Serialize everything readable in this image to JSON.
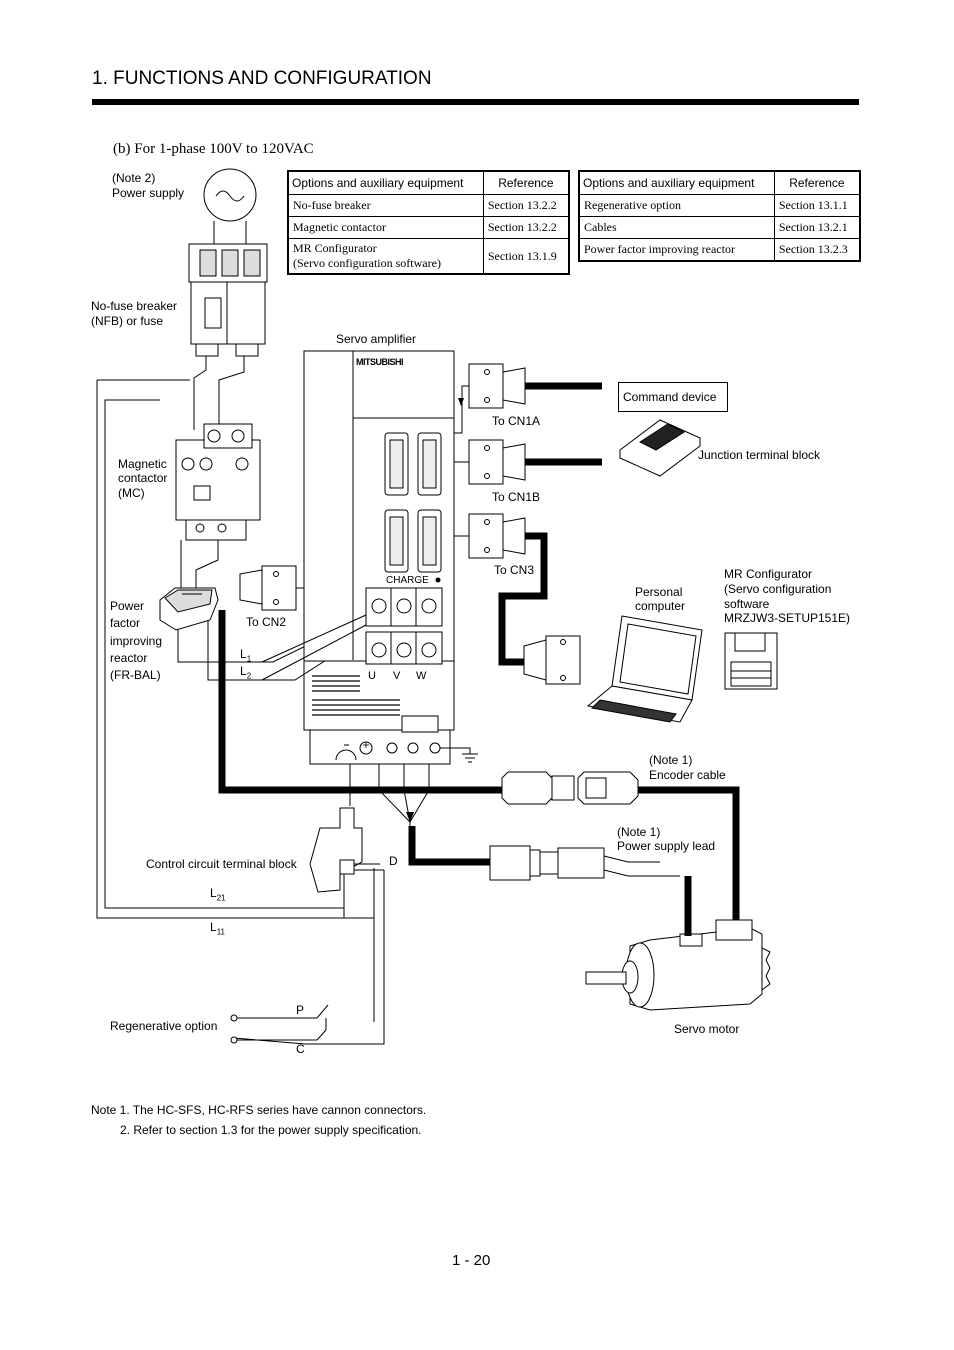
{
  "header": {
    "title": "1. FUNCTIONS AND CONFIGURATION"
  },
  "subtitle": "(b) For 1-phase 100V to 120VAC",
  "table_left": {
    "headers": [
      "Options and auxiliary equipment",
      "Reference"
    ],
    "rows": [
      [
        "No-fuse breaker",
        "Section 13.2.2"
      ],
      [
        "Magnetic contactor",
        "Section 13.2.2"
      ],
      [
        "MR Configurator\n(Servo configuration software)",
        "Section 13.1.9"
      ]
    ]
  },
  "table_right": {
    "headers": [
      "Options and auxiliary equipment",
      "Reference"
    ],
    "rows": [
      [
        "Regenerative option",
        "Section 13.1.1"
      ],
      [
        "Cables",
        "Section 13.2.1"
      ],
      [
        "Power factor improving reactor",
        "Section 13.2.3"
      ]
    ]
  },
  "labels": {
    "note2": "(Note 2)",
    "power_supply": "Power supply",
    "nfb_1": "No-fuse breaker",
    "nfb_2": "(NFB) or fuse",
    "mc_1": "Magnetic",
    "mc_2": "contactor",
    "mc_3": "(MC)",
    "pfr_1": "Power",
    "pfr_2": "factor",
    "pfr_3": "improving",
    "pfr_4": "reactor",
    "pfr_5": "(FR-BAL)",
    "servo_amplifier": "Servo amplifier",
    "brand": "MITSUBISHI",
    "charge": "CHARGE",
    "to_cn1a": "To CN1A",
    "to_cn1b": "To CN1B",
    "to_cn3": "To CN3",
    "to_cn2": "To CN2",
    "command_device": "Command device",
    "junction_terminal_block": "Junction terminal block",
    "personal_computer_1": "Personal",
    "personal_computer_2": "computer",
    "mrc_1": "MR Configurator",
    "mrc_2": "(Servo configuration",
    "mrc_3": "software",
    "mrc_4": "MRZJW3-SETUP151E)",
    "l1_main": "L",
    "l1_sub": "1",
    "l2_main": "L",
    "l2_sub": "2",
    "u": "U",
    "v": "V",
    "w": "W",
    "enc_note": "(Note 1)",
    "encoder_cable": "Encoder cable",
    "psl_note": "(Note 1)",
    "power_supply_lead": "Power supply lead",
    "control_terminal_block": "Control circuit terminal block",
    "d": "D",
    "l21_main": "L",
    "l21_sub": "21",
    "l11_main": "L",
    "l11_sub": "11",
    "p": "P",
    "c": "C",
    "regenerative_option": "Regenerative option",
    "servo_motor": "Servo motor"
  },
  "notes": {
    "note1": "Note 1. The HC-SFS, HC-RFS series have cannon connectors.",
    "note2": "2. Refer to section 1.3 for the power supply specification."
  },
  "page_number": "1 -  20"
}
